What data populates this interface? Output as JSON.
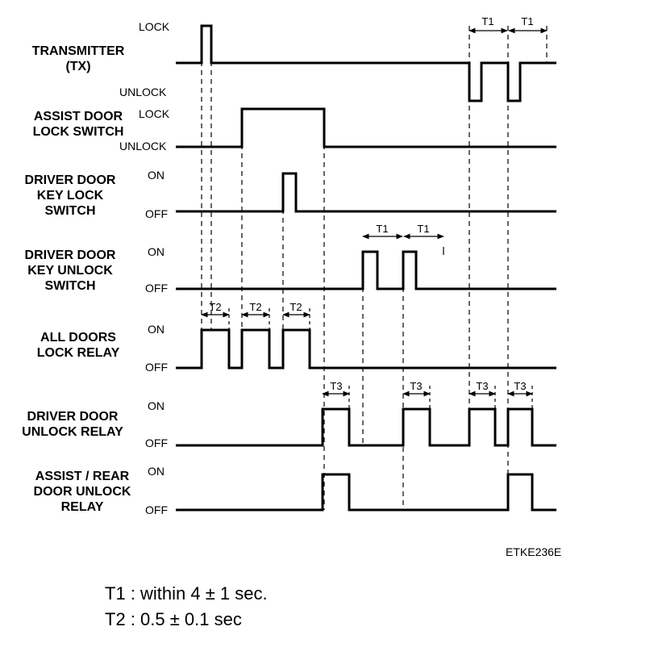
{
  "signals": [
    {
      "id": "tx",
      "label_lines": [
        "TRANSMITTER",
        "(TX)"
      ],
      "high_state": "LOCK",
      "low_state": "UNLOCK"
    },
    {
      "id": "assist-door-lock-switch",
      "label_lines": [
        "ASSIST DOOR",
        "LOCK SWITCH"
      ],
      "high_state": "LOCK",
      "low_state": "UNLOCK"
    },
    {
      "id": "driver-door-key-lock-switch",
      "label_lines": [
        "DRIVER DOOR",
        "KEY LOCK",
        "SWITCH"
      ],
      "high_state": "ON",
      "low_state": "OFF"
    },
    {
      "id": "driver-door-key-unlock-switch",
      "label_lines": [
        "DRIVER DOOR",
        "KEY UNLOCK",
        "SWITCH"
      ],
      "high_state": "ON",
      "low_state": "OFF"
    },
    {
      "id": "all-doors-lock-relay",
      "label_lines": [
        "ALL DOORS",
        "LOCK RELAY"
      ],
      "high_state": "ON",
      "low_state": "OFF"
    },
    {
      "id": "driver-door-unlock-relay",
      "label_lines": [
        "DRIVER DOOR",
        "UNLOCK RELAY"
      ],
      "high_state": "ON",
      "low_state": "OFF"
    },
    {
      "id": "assist-rear-door-unlock-relay",
      "label_lines": [
        "ASSIST / REAR",
        "DOOR UNLOCK",
        "RELAY"
      ],
      "high_state": "ON",
      "low_state": "OFF"
    }
  ],
  "timing_labels": {
    "t1": "T1",
    "t2": "T2",
    "t3": "T3"
  },
  "figure_code": "ETKE236E",
  "legend": [
    "T1 : within 4 ± 1 sec.",
    "T2 : 0.5 ± 0.1 sec"
  ]
}
